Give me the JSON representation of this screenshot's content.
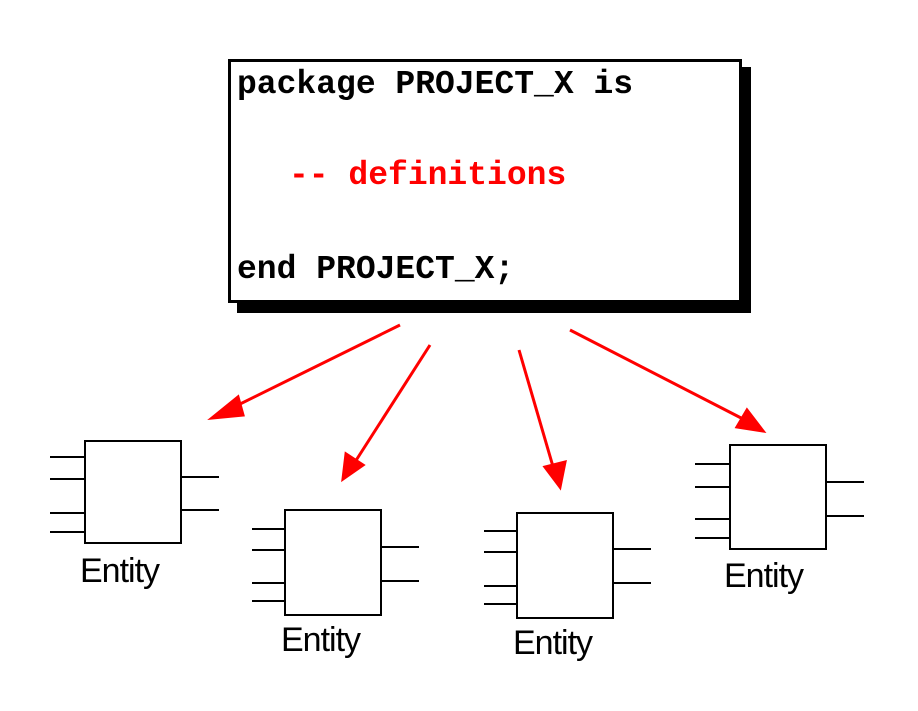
{
  "package_code": {
    "line1": "package PROJECT_X is",
    "line2": "-- definitions",
    "line3": "end PROJECT_X;"
  },
  "colors": {
    "arrow": "#ff0000",
    "comment": "#ff0000",
    "outline": "#000000"
  },
  "entities": [
    {
      "label": "Entity"
    },
    {
      "label": "Entity"
    },
    {
      "label": "Entity"
    },
    {
      "label": "Entity"
    }
  ]
}
